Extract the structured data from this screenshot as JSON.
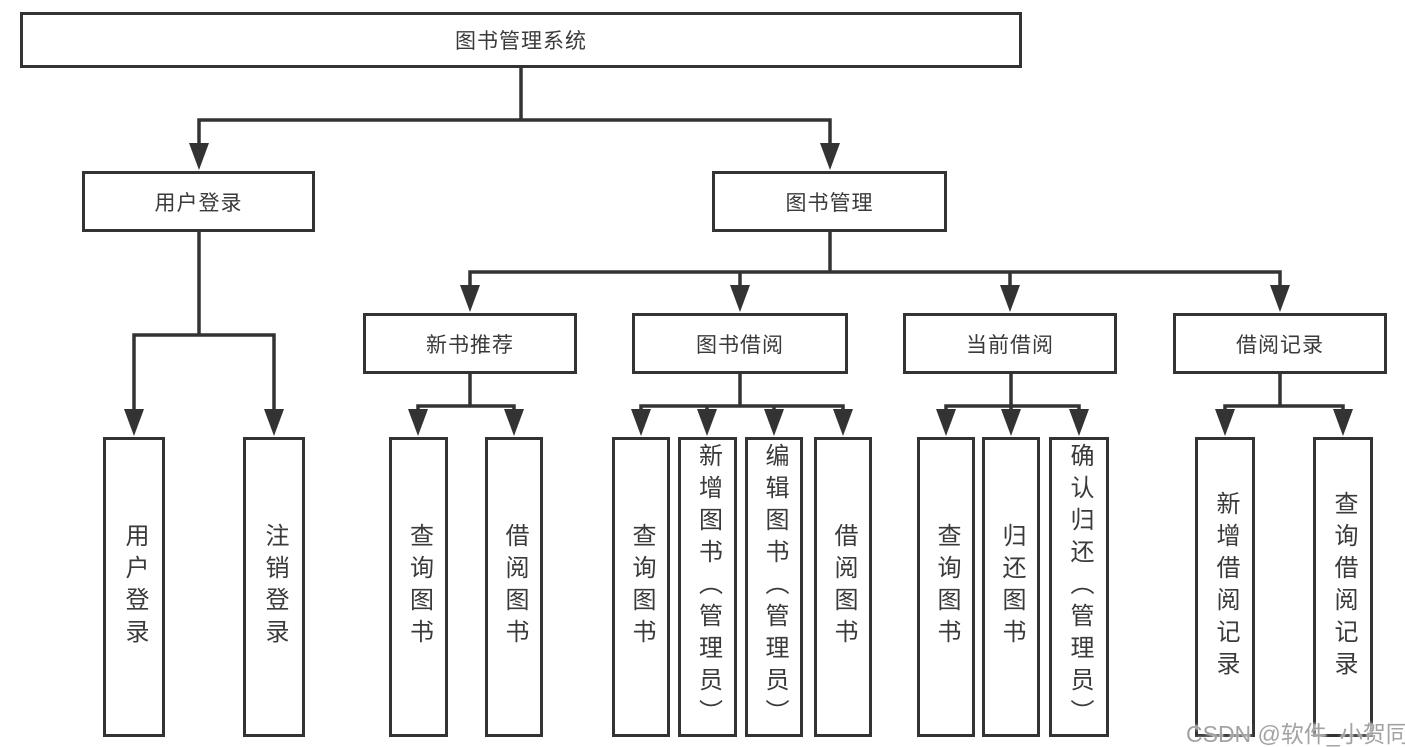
{
  "diagram": {
    "root": {
      "label": "图书管理系统"
    },
    "branches": [
      {
        "label": "用户登录",
        "leaves": [
          {
            "label": "用户登录"
          },
          {
            "label": "注销登录"
          }
        ]
      },
      {
        "label": "图书管理",
        "groups": [
          {
            "label": "新书推荐",
            "leaves": [
              {
                "label": "查询图书"
              },
              {
                "label": "借阅图书"
              }
            ]
          },
          {
            "label": "图书借阅",
            "leaves": [
              {
                "label": "查询图书"
              },
              {
                "label": "新增图书（管理员）"
              },
              {
                "label": "编辑图书（管理员）"
              },
              {
                "label": "借阅图书"
              }
            ]
          },
          {
            "label": "当前借阅",
            "leaves": [
              {
                "label": "查询图书"
              },
              {
                "label": "归还图书"
              },
              {
                "label": "确认归还（管理员）"
              }
            ]
          },
          {
            "label": "借阅记录",
            "leaves": [
              {
                "label": "新增借阅记录"
              },
              {
                "label": "查询借阅记录"
              }
            ]
          }
        ]
      }
    ]
  },
  "watermark": {
    "text": "CSDN @软件_小贺同学"
  },
  "colors": {
    "line": "#333333",
    "text": "#3a3a3a",
    "watermark": "#a3a3a3",
    "background": "#ffffff"
  }
}
